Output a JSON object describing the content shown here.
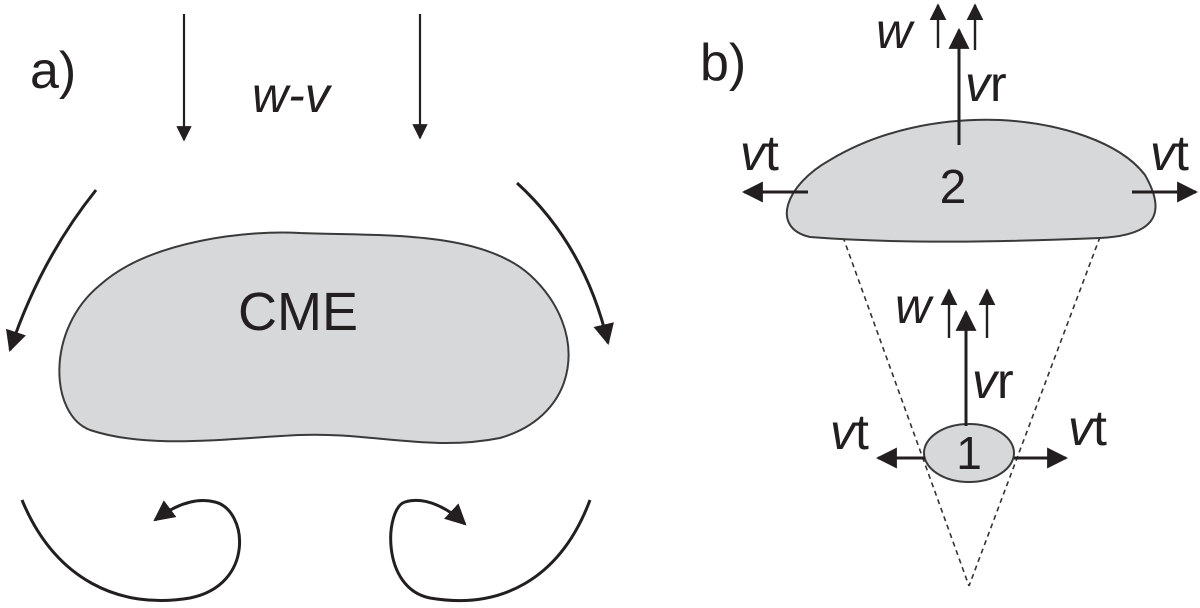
{
  "panel_a": {
    "label": "a)",
    "inflow_label": "w-v",
    "body_label": "CME"
  },
  "panel_b": {
    "label": "b)",
    "upper": {
      "number": "2",
      "w_label": "w",
      "vr_main": "v",
      "vr_sub": "r",
      "vt_main": "v",
      "vt_sub": "t"
    },
    "lower": {
      "number": "1",
      "w_label": "w",
      "vr_main": "v",
      "vr_sub": "r",
      "vt_main": "v",
      "vt_sub": "t"
    }
  },
  "colors": {
    "fill": "#d7d8da",
    "ink": "#231f20"
  }
}
